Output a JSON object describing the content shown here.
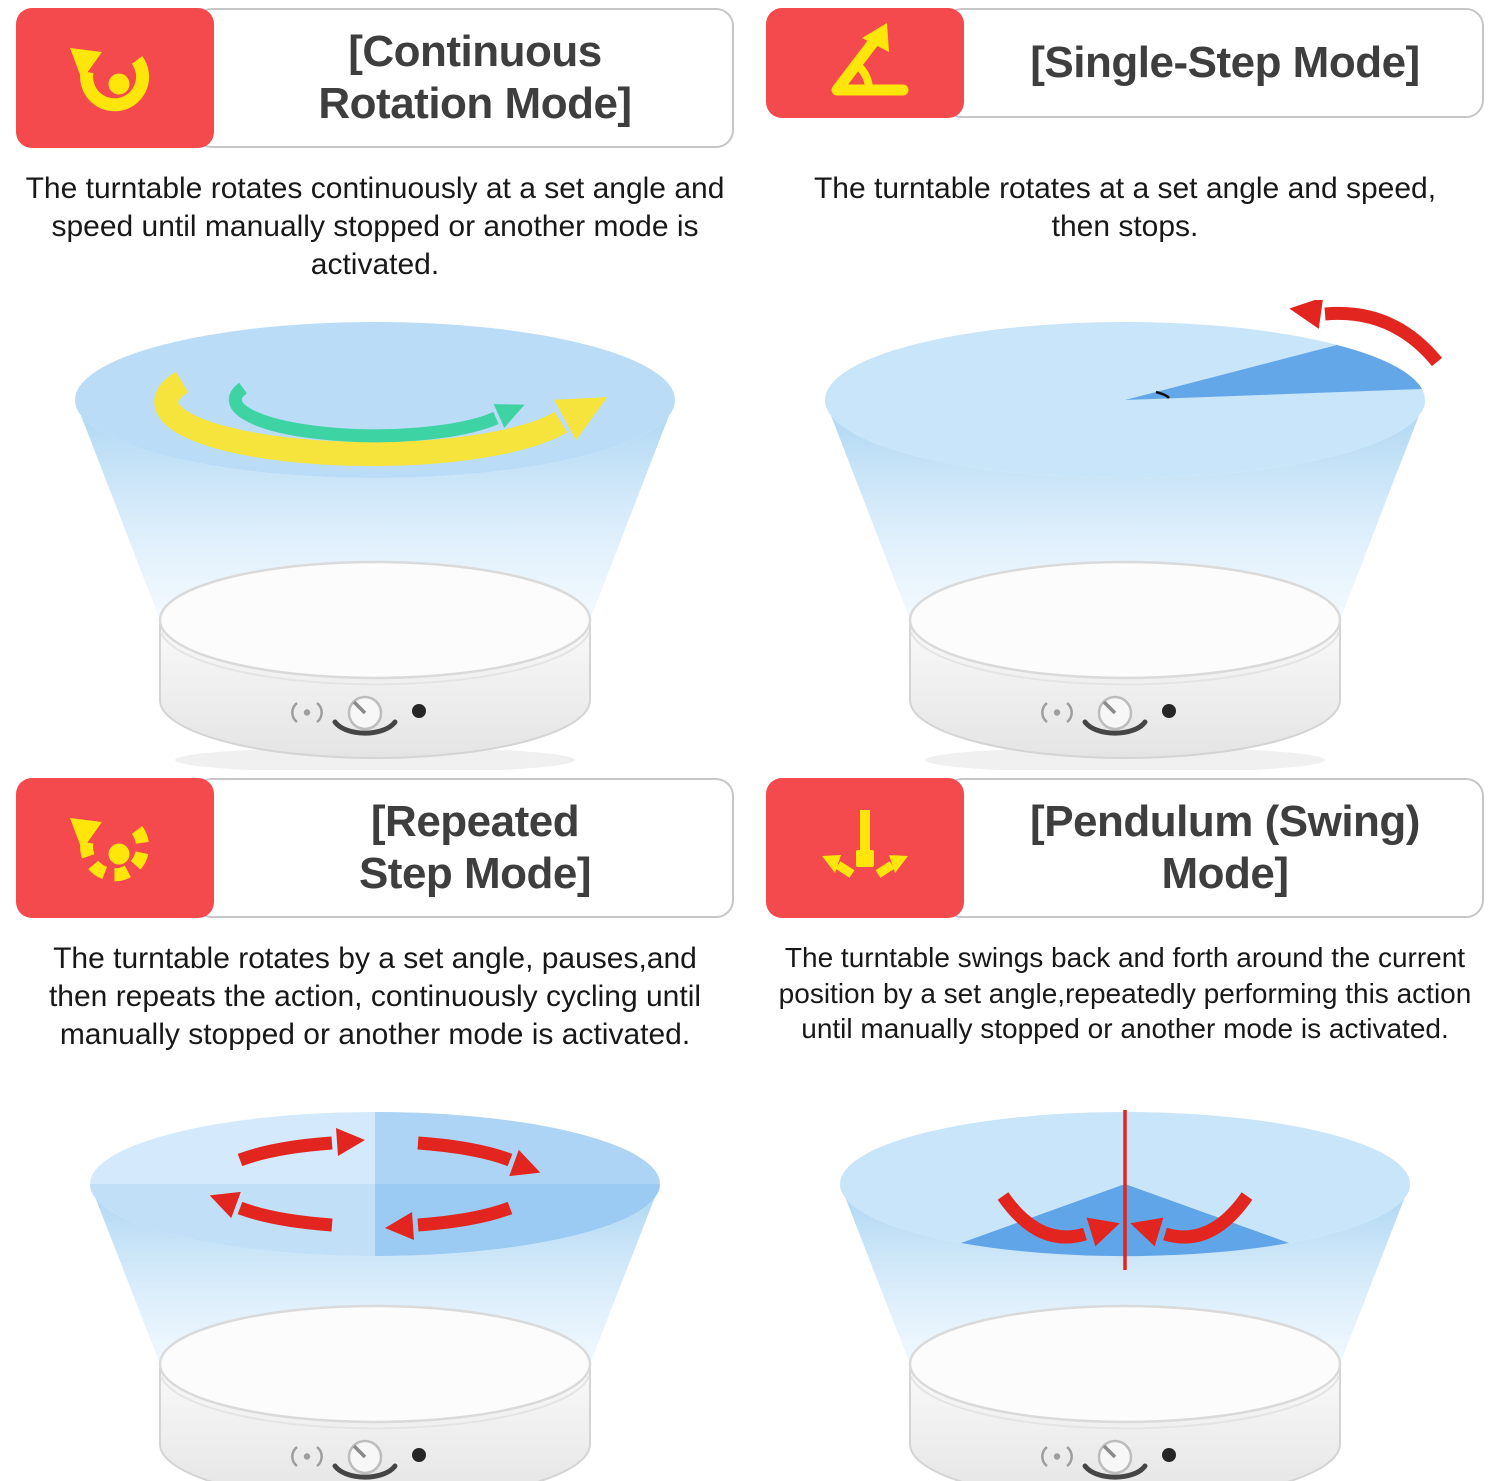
{
  "colors": {
    "badge_red": "#F4494D",
    "icon_yellow": "#FFE60A",
    "title_text": "#3E3E3E",
    "body_text": "#181818",
    "disc_blue_light": "#C9E5F9",
    "disc_sector_blue": "#64A7E8",
    "arrow_red": "#E3251F",
    "arrow_green": "#3ED3A3",
    "arrow_yellow": "#F6E33C"
  },
  "panels": [
    {
      "mode": "continuous-rotation",
      "icon": "continuous-rotation-icon",
      "title_lines": [
        "[Continuous",
        "Rotation Mode]"
      ],
      "description": "The turntable rotates continuously at a set angle and speed until manually stopped or another mode is activated."
    },
    {
      "mode": "single-step",
      "icon": "single-step-angle-icon",
      "title_lines": [
        "[Single-Step Mode]"
      ],
      "description": "The turntable rotates at a set angle and speed, then stops."
    },
    {
      "mode": "repeated-step",
      "icon": "repeated-step-icon",
      "title_lines": [
        "[Repeated",
        "Step Mode]"
      ],
      "description": "The turntable rotates by a set angle, pauses,and then repeats the action, continuously cycling until manually stopped or another mode is activated."
    },
    {
      "mode": "pendulum-swing",
      "icon": "pendulum-swing-icon",
      "title_lines": [
        "[Pendulum (Swing)",
        "Mode]"
      ],
      "description": "The turntable swings back and forth around the current position by a set angle,repeatedly performing this action until manually stopped or another mode is activated."
    }
  ]
}
